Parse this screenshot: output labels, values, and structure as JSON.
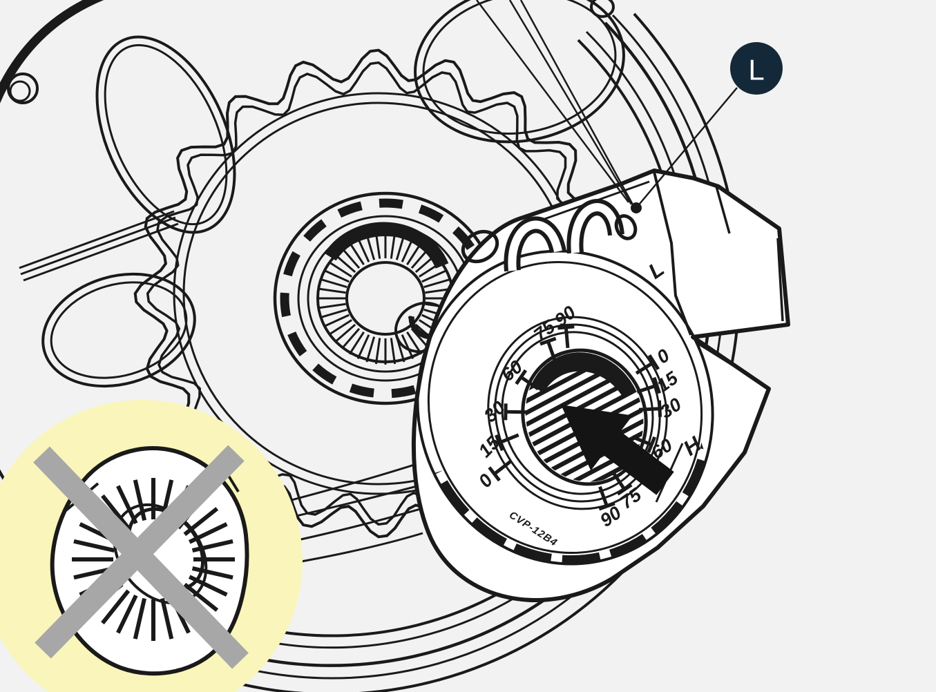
{
  "callout": {
    "label": "L"
  },
  "dial": {
    "left_scale": [
      "90",
      "75",
      "60",
      "30",
      "15",
      "0"
    ],
    "right_scale": [
      "0",
      "15",
      "30",
      "60",
      "75",
      "90"
    ],
    "low_label": "L",
    "high_label": "H",
    "part_number": "CVP-12B4"
  },
  "colors": {
    "background": "#f2f2f2",
    "line": "#1a1a1a",
    "badge": "#13293a",
    "badge_text": "#ffffff",
    "highlight_yellow": "#faf5ba",
    "cross_gray": "#a7a7a7",
    "arrow": "#141414"
  }
}
